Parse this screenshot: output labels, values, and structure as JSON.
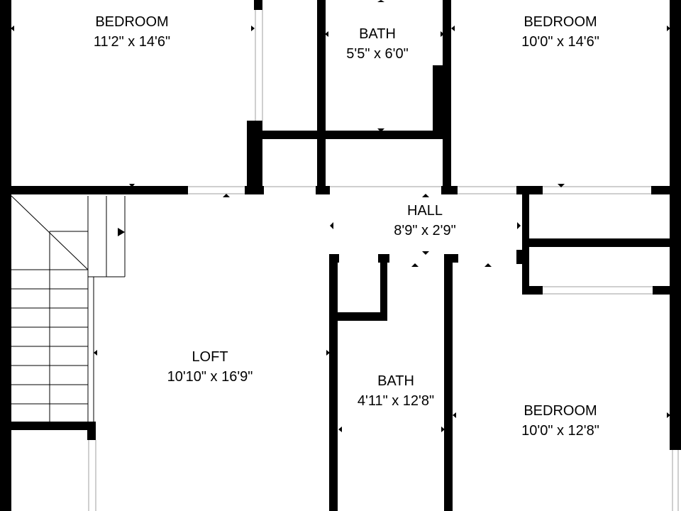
{
  "floor_plan": {
    "colors": {
      "wall": "#000000",
      "background": "#ffffff",
      "opening": "#cfcfcf"
    },
    "rooms": {
      "bedroom_nw": {
        "name": "BEDROOM",
        "dims": "11'2\" x 14'6\""
      },
      "bath_top": {
        "name": "BATH",
        "dims": "5'5\" x 6'0\""
      },
      "bedroom_ne": {
        "name": "BEDROOM",
        "dims": "10'0\" x 14'6\""
      },
      "hall": {
        "name": "HALL",
        "dims": "8'9\" x 2'9\""
      },
      "loft": {
        "name": "LOFT",
        "dims": "10'10\" x 16'9\""
      },
      "bath_bottom": {
        "name": "BATH",
        "dims": "4'11\" x 12'8\""
      },
      "bedroom_se": {
        "name": "BEDROOM",
        "dims": "10'0\" x 12'8\""
      }
    }
  }
}
